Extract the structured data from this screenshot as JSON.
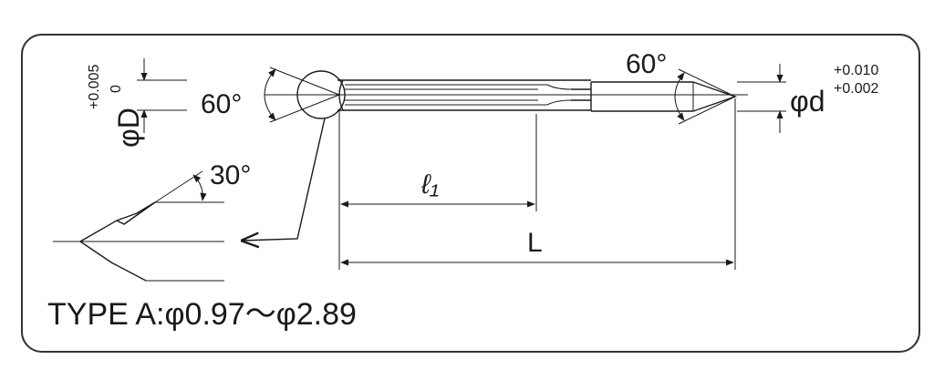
{
  "colors": {
    "line": "#1a1a1a",
    "background": "#ffffff",
    "frame": "#333333"
  },
  "labels": {
    "tip_angle_left": "60°",
    "tip_angle_right": "60°",
    "detail_angle": "30°",
    "shank_dia_symbol": "φD",
    "shank_tol_upper": "+0.005",
    "shank_tol_lower": "0",
    "pilot_dia_symbol": "φd",
    "pilot_tol_upper": "+0.010",
    "pilot_tol_lower": "+0.002",
    "flute_length": "ℓ₁",
    "overall_length": "L",
    "type_caption": "TYPE A:φ0.97～φ2.89"
  }
}
